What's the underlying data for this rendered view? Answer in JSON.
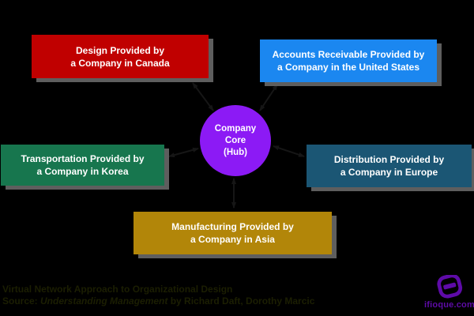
{
  "colors": {
    "background": "#000000",
    "shadow": "#5E5E5E",
    "connector": "#161616",
    "node_text": "#FFFFFF"
  },
  "hub": {
    "color": "#8C1AF5",
    "lines": [
      "Company",
      "Core",
      "(Hub)"
    ]
  },
  "nodes": [
    {
      "id": "design",
      "color": "#C00000",
      "lines": [
        "Design Provided by",
        "a Company in Canada"
      ]
    },
    {
      "id": "accounts-receivable",
      "color": "#1B87F0",
      "lines": [
        "Accounts Receivable Provided by",
        "a Company in the United States"
      ]
    },
    {
      "id": "transportation",
      "color": "#17764E",
      "lines": [
        "Transportation Provided by",
        "a Company in Korea"
      ]
    },
    {
      "id": "distribution",
      "color": "#1B5674",
      "lines": [
        "Distribution Provided by",
        "a Company in Europe"
      ]
    },
    {
      "id": "manufacturing",
      "color": "#B28609",
      "lines": [
        "Manufacturing Provided by",
        "a Company in Asia"
      ]
    }
  ],
  "caption": {
    "title": "Virtual Network Approach to Organizational Design",
    "source_prefix": "Source: ",
    "source_book": "Understanding Management",
    "source_suffix": " by Richard Daft, Dorothy Marcic",
    "color": "#1B1E02"
  },
  "watermark": {
    "text": "ifioque.com",
    "color": "#5E0BA8"
  }
}
